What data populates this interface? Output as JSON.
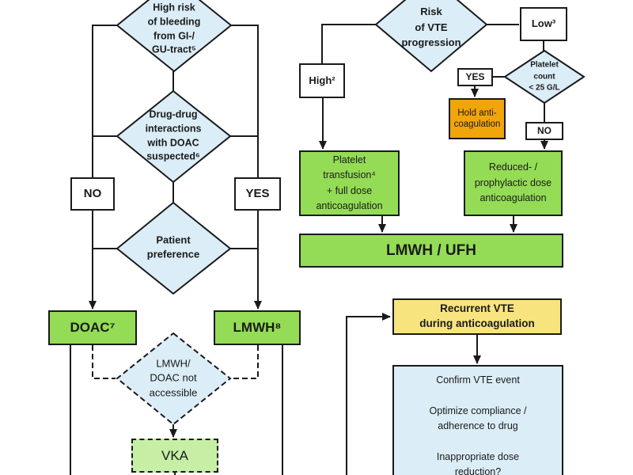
{
  "title": "VTE anticoagulation decision flowchart",
  "colors": {
    "diamond_fill": "#DBEDF7",
    "green": "#94DC55",
    "light_green": "#C6EFA5",
    "orange": "#F0A50A",
    "yellow": "#F8E47E",
    "info_blue": "#DBEDF7",
    "line": "#1A1A1A"
  },
  "nodes": {
    "high_bleeding": "High risk\nof bleeding\nfrom GI-/\nGU-tract⁵",
    "drug_interactions": "Drug-drug\ninteractions\nwith DOAC\nsuspected⁶",
    "patient_preference": "Patient\npreference",
    "no_left": "NO",
    "yes_left": "YES",
    "doac": "DOAC⁷",
    "lmwh": "LMWH⁸",
    "not_accessible": "LMWH/\nDOAC not\naccessible",
    "vka": "VKA",
    "vte_progression": "Risk\nof VTE\nprogression",
    "high": "High²",
    "low": "Low³",
    "platelet_count": "Platelet\ncount\n< 25 G/L",
    "yes_right": "YES",
    "no_right": "NO",
    "hold": "Hold anti-\ncoagulation",
    "platelet_transfusion": "Platelet\ntransfusion⁴\n+ full dose\nanticoagulation",
    "reduced_dose": "Reduced- /\nprophylactic dose\nanticoagulation",
    "lmwh_ufh": "LMWH / UFH",
    "recurrent_vte": "Recurrent VTE\nduring anticoagulation",
    "recurrence_checklist": "Confirm VTE event\n\nOptimize compliance /\nadherence to drug\n\nInappropriate dose\nreduction?"
  }
}
